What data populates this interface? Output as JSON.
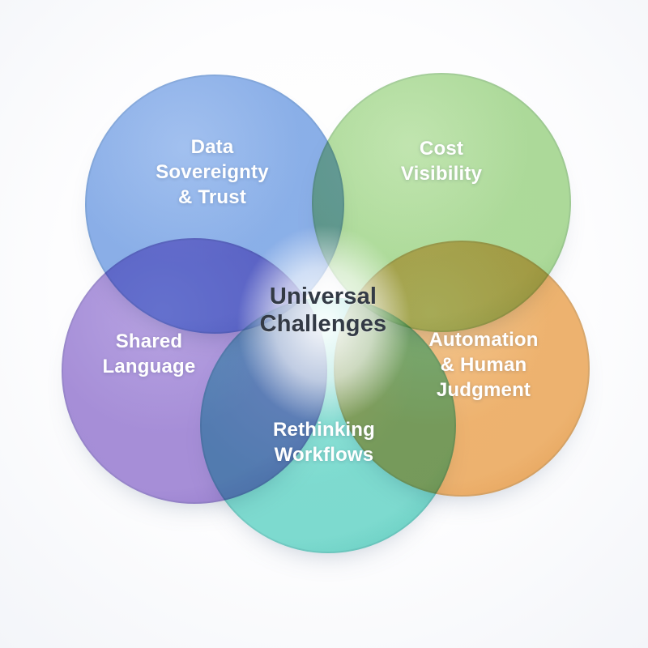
{
  "diagram": {
    "type": "venn-5-circle",
    "center": {
      "line1": "Universal",
      "line2": "Challenges",
      "text_color": "#333a45"
    },
    "label_text_color": "#ffffff",
    "circles": [
      {
        "id": "data-sovereignty-trust",
        "lines": [
          "Data",
          "Sovereignty",
          "& Trust"
        ],
        "color": "#8bb0e8",
        "color_light": "#a3c2f0",
        "color_dark": "#6e95d8",
        "position": "top-left"
      },
      {
        "id": "cost-visibility",
        "lines": [
          "Cost",
          "Visibility"
        ],
        "color": "#aedb9a",
        "color_light": "#c2e6b0",
        "color_dark": "#8cc47e",
        "position": "top-right"
      },
      {
        "id": "shared-language",
        "lines": [
          "Shared",
          "Language"
        ],
        "color": "#a78fd8",
        "color_light": "#b9a4e3",
        "color_dark": "#8a70c4",
        "position": "mid-left"
      },
      {
        "id": "automation-human-judgment",
        "lines": [
          "Automation",
          "& Human",
          "Judgment"
        ],
        "color": "#efb46f",
        "color_light": "#f5c78f",
        "color_dark": "#e39b4e",
        "position": "mid-right"
      },
      {
        "id": "rethinking-workflows",
        "lines": [
          "Rethinking",
          "Workflows"
        ],
        "color": "#7edcd0",
        "color_light": "#99e7dc",
        "color_dark": "#58c5b6",
        "position": "bottom-center"
      }
    ]
  }
}
